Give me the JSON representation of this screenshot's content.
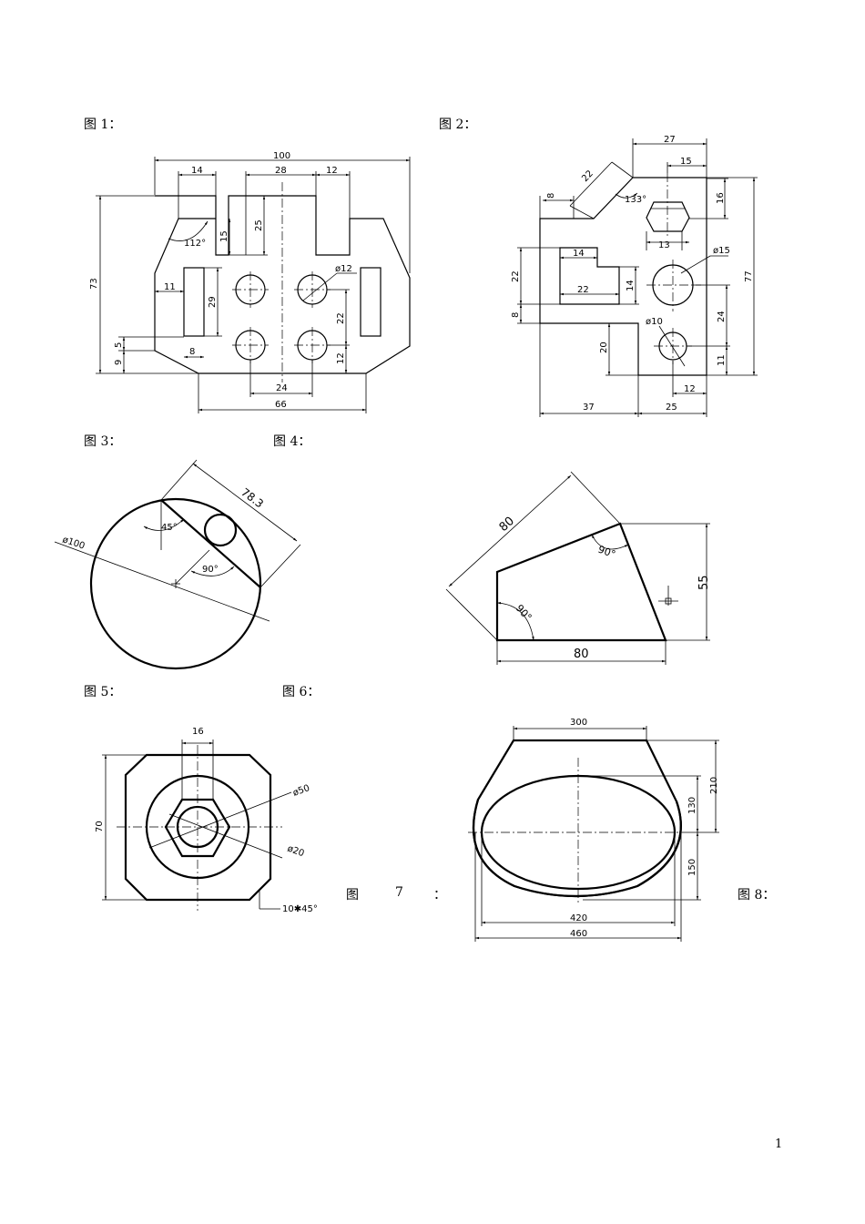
{
  "captions": {
    "f1": "图 1：",
    "f2": "图 2：",
    "f3": "图 3：",
    "f4": "图 4：",
    "f5": "图 5：",
    "f6": "图 6：",
    "f7a": "图",
    "f7b": "7",
    "f7c": "：",
    "f8": "图 8："
  },
  "fig1": {
    "d100": "100",
    "d14": "14",
    "d28": "28",
    "d12": "12",
    "d73": "73",
    "d112": "112°",
    "d15": "15",
    "d25": "25",
    "d12dia": "ø12",
    "d11": "11",
    "d29": "29",
    "d22": "22",
    "d5": "5",
    "d9": "9",
    "d8": "8",
    "d12b": "12",
    "d24": "24",
    "d66": "66"
  },
  "fig2": {
    "d27": "27",
    "d15": "15",
    "d22a": "22",
    "d8a": "8",
    "d133": "133°",
    "d16": "16",
    "d13": "13",
    "d77": "77",
    "d14a": "14",
    "d15dia": "ø15",
    "d22b": "22",
    "d22c": "22",
    "d14b": "14",
    "d8b": "8",
    "d24": "24",
    "d10dia": "ø10",
    "d20": "20",
    "d11": "11",
    "d12": "12",
    "d37": "37",
    "d25": "25"
  },
  "fig3": {
    "d100": "ø100",
    "d783": "78.3",
    "d45": "45°",
    "d90": "90°"
  },
  "fig4": {
    "d80a": "80",
    "d90a": "90°",
    "d90b": "90°",
    "d55": "55",
    "d80b": "80"
  },
  "fig5": {
    "d16": "16",
    "d70": "70",
    "d50": "ø50",
    "d20": "ø20",
    "chamfer": "10✱45°"
  },
  "fig6": {
    "d300": "300",
    "d210": "210",
    "d130": "130",
    "d150": "150",
    "d420": "420",
    "d460": "460"
  },
  "page_number": "1"
}
